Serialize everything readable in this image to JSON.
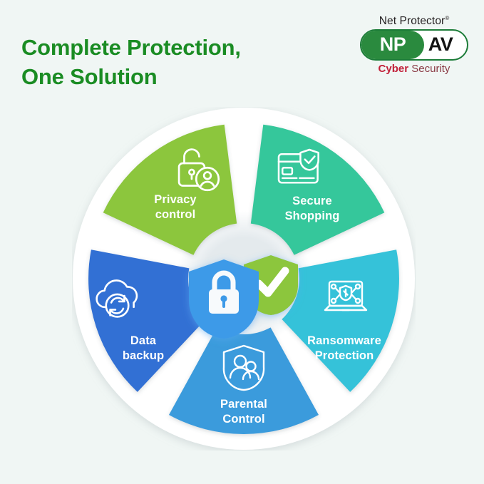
{
  "background_color": "#f0f6f4",
  "headline": {
    "text": "Complete Protection,\nOne Solution",
    "color": "#1a8c23"
  },
  "logo": {
    "brand_top": "Net Protector",
    "trademark": "®",
    "mark_left": "NP",
    "mark_right": "AV",
    "tagline_bold": "Cyber",
    "tagline_regular": "Security",
    "green": "#2a8a3e",
    "red": "#c2213a"
  },
  "wheel": {
    "center_icon": {
      "shield_lock_name": "shield-lock-icon",
      "shield_lock_color": "#3d9ae8",
      "shield_check_name": "shield-check-icon",
      "shield_check_color": "#8cc63e"
    },
    "segments": [
      {
        "id": "privacy-control",
        "label_line1": "Privacy",
        "label_line2": "control",
        "color": "#8cc63e",
        "icon": "padlock-user-icon"
      },
      {
        "id": "secure-shopping",
        "label_line1": "Secure",
        "label_line2": "Shopping",
        "color": "#34c79b",
        "icon": "credit-card-shield-icon"
      },
      {
        "id": "ransomware-protection",
        "label_line1": "Ransomware",
        "label_line2": "Protection",
        "color": "#34c2d9",
        "icon": "laptop-ransom-icon"
      },
      {
        "id": "parental-control",
        "label_line1": "Parental",
        "label_line2": "Control",
        "color": "#3a9bdc",
        "icon": "shield-family-icon"
      },
      {
        "id": "data-backup",
        "label_line1": "Data",
        "label_line2": "backup",
        "color": "#3070d4",
        "icon": "cloud-sync-icon"
      }
    ]
  }
}
